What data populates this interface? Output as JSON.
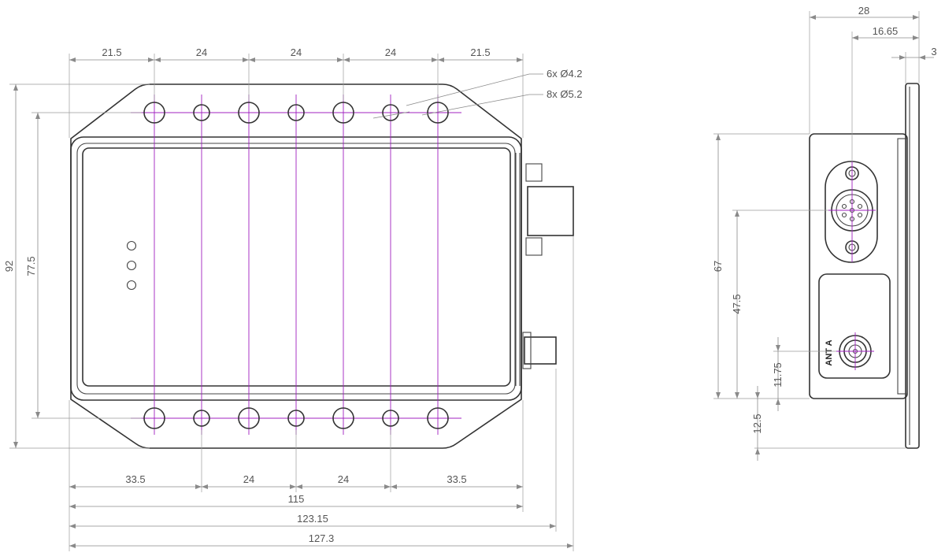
{
  "front_view": {
    "top_dims": [
      "21.5",
      "24",
      "24",
      "24",
      "21.5"
    ],
    "bottom_dims": [
      "33.5",
      "24",
      "24",
      "33.5"
    ],
    "overall_dims": [
      "115",
      "123.15",
      "127.3"
    ],
    "height_dims": [
      "92",
      "77.5"
    ],
    "hole_notes": [
      "6x Ø4.2",
      "8x Ø5.2"
    ]
  },
  "side_view": {
    "top_dims": [
      "28",
      "16.65",
      "3"
    ],
    "height_dims": [
      "67",
      "47.5",
      "11.75",
      "12.5"
    ],
    "connector_label": "ANT A"
  }
}
